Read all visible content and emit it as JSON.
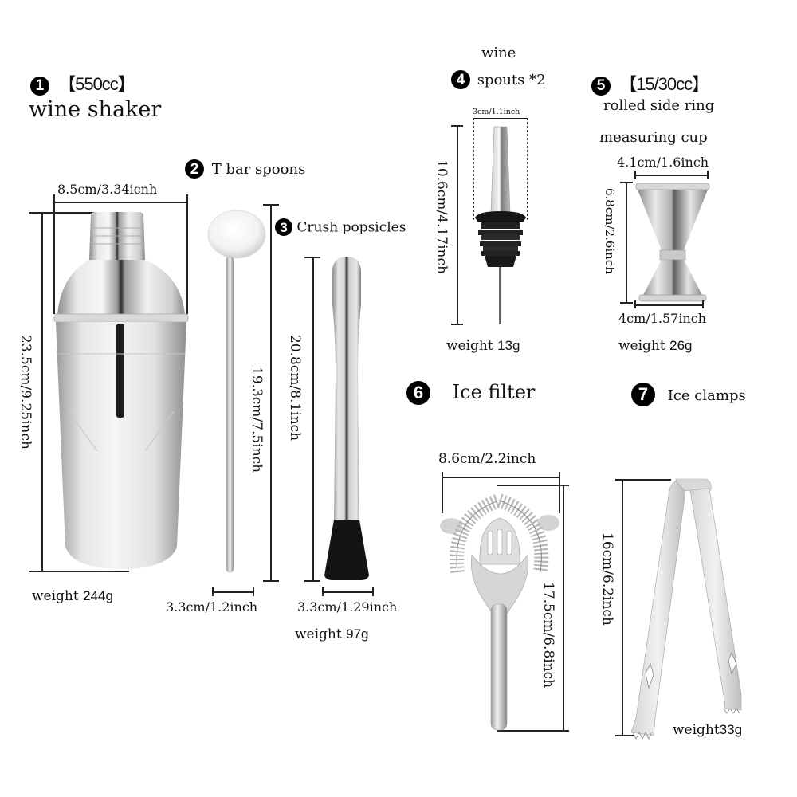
{
  "products": [
    {
      "number": "1",
      "capacity": "【550cc】",
      "name": "wine shaker",
      "width_dim": "8.5cm/3.34icnh",
      "height_dim": "23.5cm/9.25inch",
      "weight_label": "weight",
      "weight_value": "244g"
    },
    {
      "number": "2",
      "name": "T bar spoons",
      "height_dim": "19.3cm/7.5inch",
      "width_dim": "3.3cm/1.2inch"
    },
    {
      "number": "3",
      "name": "Crush popsicles",
      "height_dim": "20.8cm/8.1inch",
      "width_dim": "3.3cm/1.29inch",
      "weight_label": "weight",
      "weight_value": "97g"
    },
    {
      "number": "4",
      "name_line1": "wine",
      "name_line2": "spouts *2",
      "width_dim": "3cm/1.1inch",
      "height_dim": "10.6cm/4.17inch",
      "weight_label": "weight",
      "weight_value": "13g"
    },
    {
      "number": "5",
      "capacity": "【15/30cc】",
      "name_line1": "rolled side ring",
      "name_line2": "measuring cup",
      "top_dim": "4.1cm/1.6inch",
      "height_dim": "6.8cm/2.6inch",
      "bottom_dim": "4cm/1.57inch",
      "weight_label": "weight",
      "weight_value": "26g"
    },
    {
      "number": "6",
      "name": "Ice filter",
      "width_dim": "8.6cm/2.2inch",
      "height_dim": "17.5cm/6.8inch"
    },
    {
      "number": "7",
      "name": "Ice clamps",
      "height_dim": "16cm/6.2inch",
      "weight_label": "weight",
      "weight_value": "33g"
    }
  ],
  "colors": {
    "background": "#ffffff",
    "text": "#111111",
    "steel_light": "#f2f2f2",
    "steel_mid": "#b8b8b8",
    "steel_dark": "#3a3a3a",
    "rubber": "#1a1a1a"
  }
}
